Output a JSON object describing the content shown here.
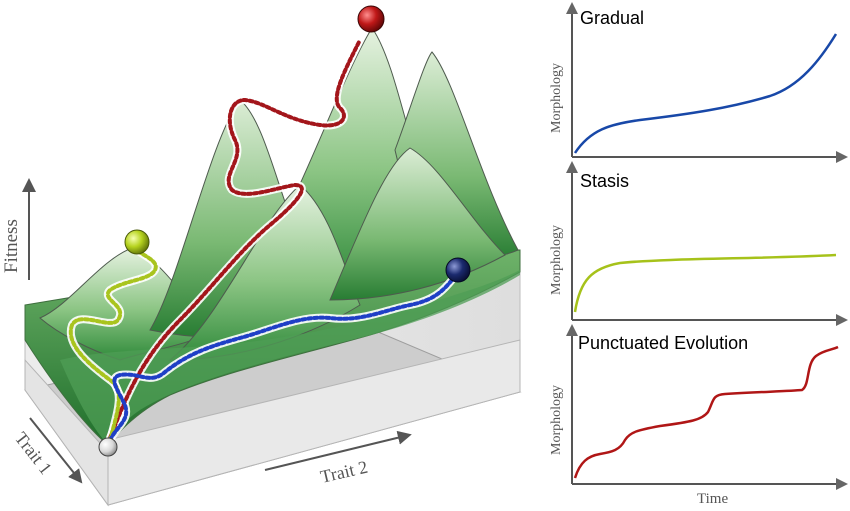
{
  "landscape": {
    "axes": {
      "fitness": "Fitness",
      "trait1": "Trait 1",
      "trait2": "Trait 2"
    },
    "colors": {
      "peak_green": "#c8e3c0",
      "base_green": "#2f8a3a",
      "box_gray": "#c9c9c9",
      "path_red": "#a3161b",
      "path_green": "#a9c41e",
      "path_blue": "#1f3fc6"
    },
    "markers": [
      "start-ball",
      "red-ball",
      "green-ball",
      "navy-ball"
    ]
  },
  "panels": [
    {
      "id": "gradual",
      "title": "Gradual",
      "ylabel": "Morphology",
      "color": "#1848a8"
    },
    {
      "id": "stasis",
      "title": "Stasis",
      "ylabel": "Morphology",
      "color": "#a6c21a"
    },
    {
      "id": "punctuated",
      "title": "Punctuated Evolution",
      "ylabel": "Morphology",
      "color": "#b01616"
    }
  ],
  "shared_xlabel": "Time"
}
